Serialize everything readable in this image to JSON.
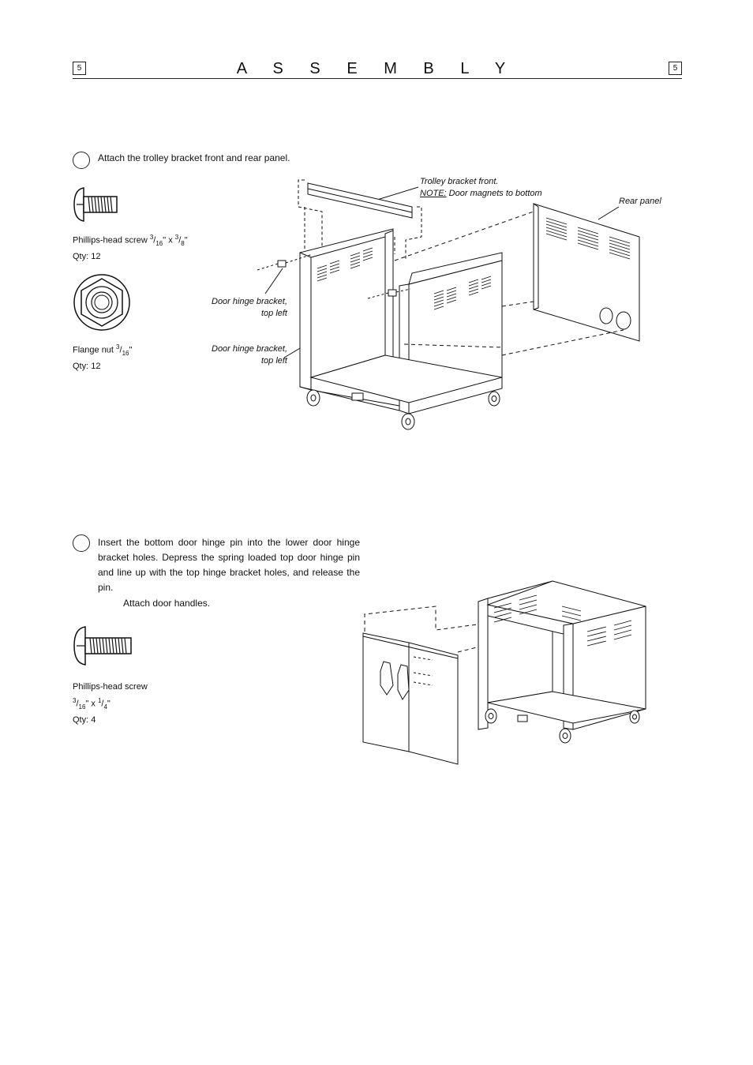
{
  "header": {
    "page_left": "5",
    "page_right": "5",
    "title": "A S S E M B L Y"
  },
  "step1": {
    "instruction": "Attach the trolley bracket front and rear panel.",
    "screw_caption": {
      "name": "Phillips-head screw",
      "size_num": "3",
      "size_den": "16",
      "size_tail": "\" x ",
      "size2_num": "3",
      "size2_den": "8",
      "qty": "Qty: 12"
    },
    "nut_caption": {
      "name": "Flange nut",
      "size_num": "3",
      "size_den": "16",
      "qty": "Qty: 12"
    },
    "labels": {
      "trolley_bracket": "Trolley bracket front.",
      "note_prefix": "NOTE:",
      "note_text": " Door magnets to bottom",
      "rear_panel": "Rear panel",
      "hinge1_line1": "Door hinge bracket,",
      "hinge1_line2": "top left",
      "hinge2_line1": "Door hinge bracket,",
      "hinge2_line2": "top left"
    }
  },
  "step2": {
    "instruction": "Insert the bottom door hinge pin into the lower door hinge bracket holes.  Depress the spring loaded top door hinge pin and line up with the top hinge bracket holes, and release the pin.",
    "instruction2": "Attach door handles.",
    "screw_caption": {
      "name": "Phillips-head screw",
      "size_num": "3",
      "size_den": "16",
      "size_tail": "\" x ",
      "size2_num": "1",
      "size2_den": "4",
      "qty": "Qty: 4"
    }
  }
}
